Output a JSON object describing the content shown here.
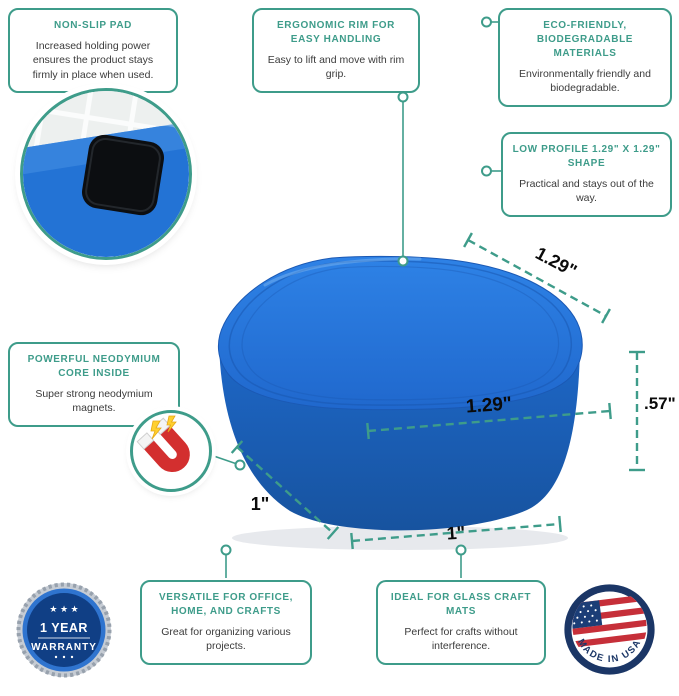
{
  "accent_color": "#3e9c8a",
  "product_color": "#2373d5",
  "callouts": {
    "non_slip": {
      "title": "NON-SLIP PAD",
      "body": "Increased holding power ensures the product stays firmly in place when used."
    },
    "ergonomic": {
      "title": "ERGONOMIC RIM FOR EASY HANDLING",
      "body": "Easy to lift and move with rim grip."
    },
    "eco": {
      "title": "ECO-FRIENDLY, BIODEGRADABLE MATERIALS",
      "body": "Environmentally friendly and biodegradable."
    },
    "low_profile": {
      "title": "LOW PROFILE 1.29\" X 1.29\" SHAPE",
      "body": "Practical and stays out of the way."
    },
    "neodymium": {
      "title": "POWERFUL NEODYMIUM CORE INSIDE",
      "body": "Super strong neodymium magnets."
    },
    "versatile": {
      "title": "VERSATILE FOR OFFICE, HOME, AND CRAFTS",
      "body": "Great for organizing various projects."
    },
    "glass_mats": {
      "title": "IDEAL FOR GLASS CRAFT MATS",
      "body": "Perfect for crafts without interference."
    }
  },
  "dimensions": {
    "top_width": "1.29\"",
    "front_width": "1.29\"",
    "height": ".57\"",
    "side_depth": "1\"",
    "bottom_width": "1\""
  },
  "badges": {
    "warranty": {
      "stars": "★ ★ ★",
      "line1": "1 YEAR",
      "line2": "WARRANTY"
    },
    "made_in_usa": "MADE IN USA"
  }
}
